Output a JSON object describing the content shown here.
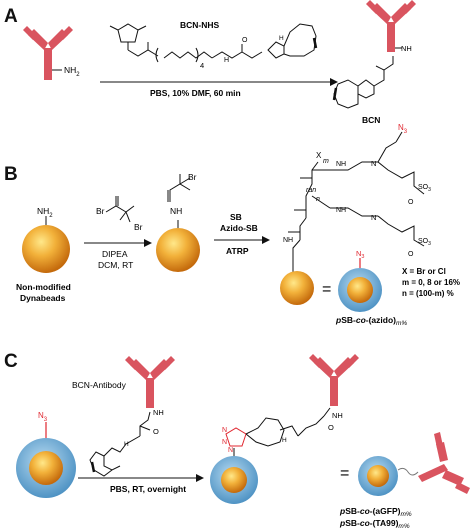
{
  "panels": {
    "a": {
      "letter": "A",
      "reagent": "BCN-NHS",
      "subscript_4": "4",
      "nh2": "NH",
      "nh2_sub": "2",
      "conditions": "PBS, 10% DMF, 60 min",
      "product_label": "BCN",
      "product_nh": "NH",
      "carbamate_h": "H",
      "carbamate_o": "O",
      "h_stereo": "H"
    },
    "b": {
      "letter": "B",
      "nh2": "NH",
      "nh2_sub": "2",
      "bead_caption_line1": "Non-modified",
      "bead_caption_line2": "Dynabeads",
      "step1_cond_1": "DIPEA",
      "step1_cond_2": "DCM, RT",
      "br_left": "Br",
      "br_right": "Br",
      "br_top": "Br",
      "nh": "NH",
      "step2_cond_1": "SB",
      "step2_cond_2": "Azido-SB",
      "step2_cond_3": "ATRP",
      "x_label": "X",
      "m_label": "m",
      "n_label": "n",
      "ran_label": "ran",
      "n3": "N",
      "n3_sub": "3",
      "legend_line1": "X = Br or Cl",
      "legend_line2": "m = 0, 8 or 16%",
      "legend_line3": "n = (100-m) %",
      "product_prefix": "p",
      "product_name": "SB-",
      "product_co": "co",
      "product_suffix": "-(azido)",
      "product_m": "m%",
      "equals": "=",
      "so3": "SO",
      "so3_sub": "3",
      "o_minus": "O",
      "n_plus": "N"
    },
    "c": {
      "letter": "C",
      "n3": "N",
      "n3_sub": "3",
      "antibody_label": "BCN-Antibody",
      "nh": "NH",
      "o": "O",
      "h": "H",
      "conditions": "PBS, RT, overnight",
      "equals": "=",
      "triazole_n": "N",
      "product1_prefix": "p",
      "product1_name": "SB-",
      "product1_co": "co",
      "product1_suffix": "-(aGFP)",
      "product1_m": "m%",
      "product2_prefix": "p",
      "product2_name": "SB-",
      "product2_co": "co",
      "product2_suffix": "-(TA99)",
      "product2_m": "m%"
    }
  },
  "colors": {
    "antibody": "#d9545f",
    "antibody_dark": "#b8404b",
    "bead_core": "#e69a1b",
    "bead_highlight": "#ffe07a",
    "bead_shell": "#7fb7dd",
    "azide": "#e0262f",
    "ink": "#111111"
  }
}
